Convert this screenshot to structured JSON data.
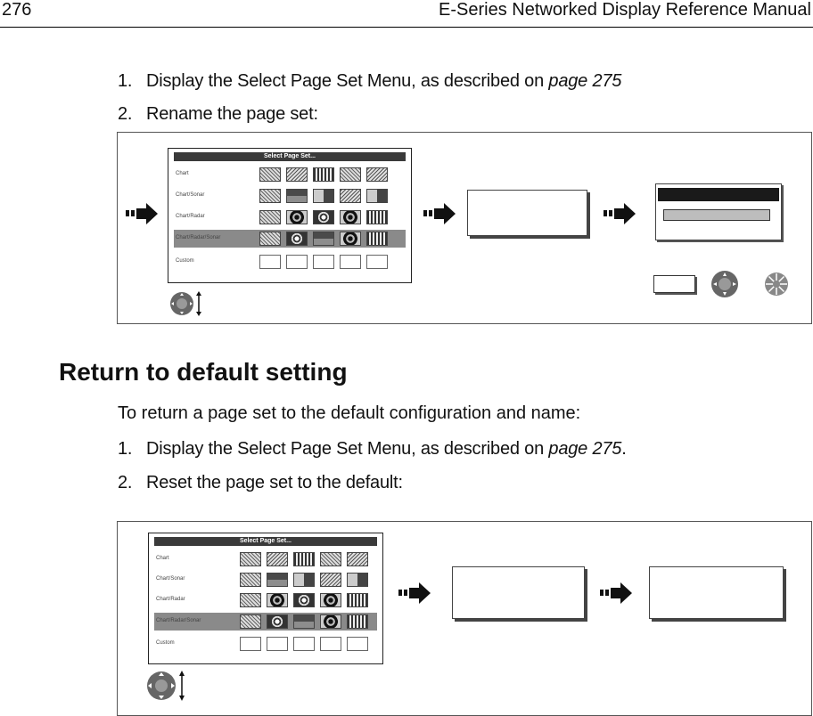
{
  "header": {
    "page_number": "276",
    "manual_title": "E-Series Networked Display Reference Manual"
  },
  "section1": {
    "step1": {
      "number": "1.",
      "text": "Display the Select Page Set Menu, as described on ",
      "link": "page 275",
      "suffix": ""
    },
    "step2": {
      "number": "2.",
      "text": "Rename the page set:"
    }
  },
  "section2": {
    "title": "Return to default setting",
    "intro": "To return a page set to the default configuration and name:",
    "step1": {
      "number": "1.",
      "text": "Display the Select Page Set Menu, as described on ",
      "link": "page 275",
      "suffix": "."
    },
    "step2": {
      "number": "2.",
      "text": "Reset the page set to the default:"
    }
  },
  "screen": {
    "title": "Select Page Set...",
    "rows": [
      "Chart",
      "Chart/Sonar",
      "Chart/Radar",
      "Chart/Radar/Sonar",
      "Custom"
    ],
    "selected_row": "Chart/Radar/Sonar"
  },
  "icons": {
    "arrow": "double-arrow-icon",
    "trackpad": "trackpad-icon",
    "rotary": "rotary-control-icon"
  }
}
